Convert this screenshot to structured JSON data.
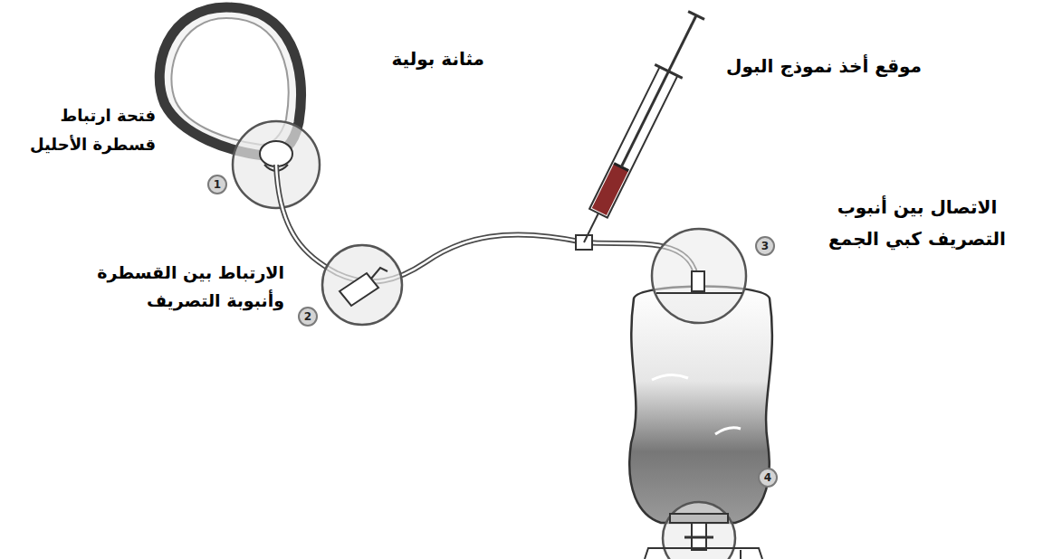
{
  "diagram": {
    "labels": [
      "مثانة بولية",
      "موقع أخذ نموذج البول",
      "فتحة ارتباط قسطرة الأحليل",
      "1",
      "الاتصال بين أنبوب التصريف كبي الجمع",
      "3",
      "الارتباط بين القسطرة وأنبوبة التصريف",
      "2",
      "4"
    ]
  }
}
